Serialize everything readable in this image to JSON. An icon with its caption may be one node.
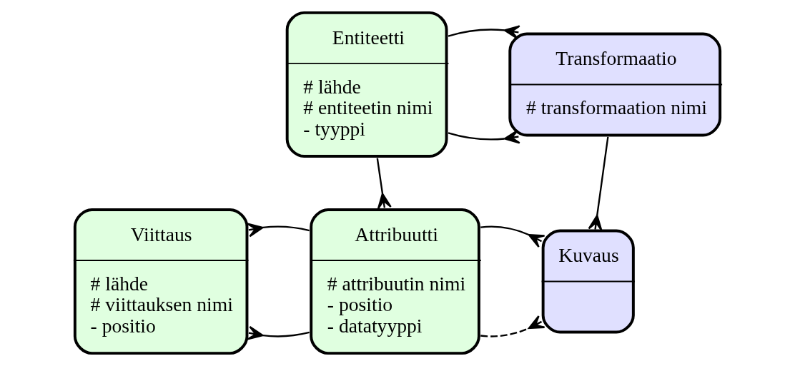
{
  "diagram": {
    "nodes": [
      {
        "text": [
          "Entiteetti",
          "# lähde",
          "# entiteetin nimi",
          "- tyyppi"
        ]
      },
      {
        "text": [
          "Transformaatio",
          "# transformaation nimi"
        ]
      },
      {
        "text": [
          "Viittaus",
          "# lähde",
          "# viittauksen nimi",
          "- positio"
        ]
      },
      {
        "text": [
          "Attribuutti",
          "# attribuutin nimi",
          "- positio",
          "- datatyyppi"
        ]
      },
      {
        "text": [
          "Kuvaus"
        ]
      }
    ],
    "edges": [
      {
        "from": 0,
        "to": 1,
        "arrow": "other"
      },
      {
        "from": 0,
        "to": 1,
        "arrow": "other"
      },
      {
        "from": 0,
        "to": 3,
        "arrow": "other"
      },
      {
        "from": 1,
        "to": 4,
        "arrow": "other"
      },
      {
        "from": 3,
        "to": 2,
        "arrow": "other"
      },
      {
        "from": 3,
        "to": 2,
        "arrow": "other"
      },
      {
        "from": 3,
        "to": 4,
        "arrow": "other",
        "style": "dashed"
      },
      {
        "from": 3,
        "to": 4,
        "arrow": "other"
      }
    ]
  }
}
